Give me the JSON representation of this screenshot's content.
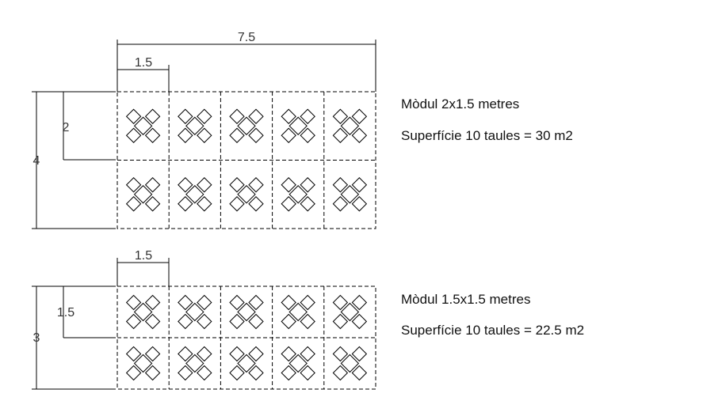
{
  "layout_a": {
    "width_label": "7.5",
    "module_width_label": "1.5",
    "module_height_label": "2",
    "height_label": "4",
    "title": "Mòdul 2x1.5 metres",
    "surface": "Superfície 10 taules = 30 m2",
    "columns": 5,
    "rows": 2
  },
  "layout_b": {
    "module_width_label": "1.5",
    "module_height_label": "1.5",
    "height_label": "3",
    "title": "Mòdul 1.5x1.5 metres",
    "surface": "Superfície 10 taules = 22.5 m2",
    "columns": 5,
    "rows": 2
  }
}
